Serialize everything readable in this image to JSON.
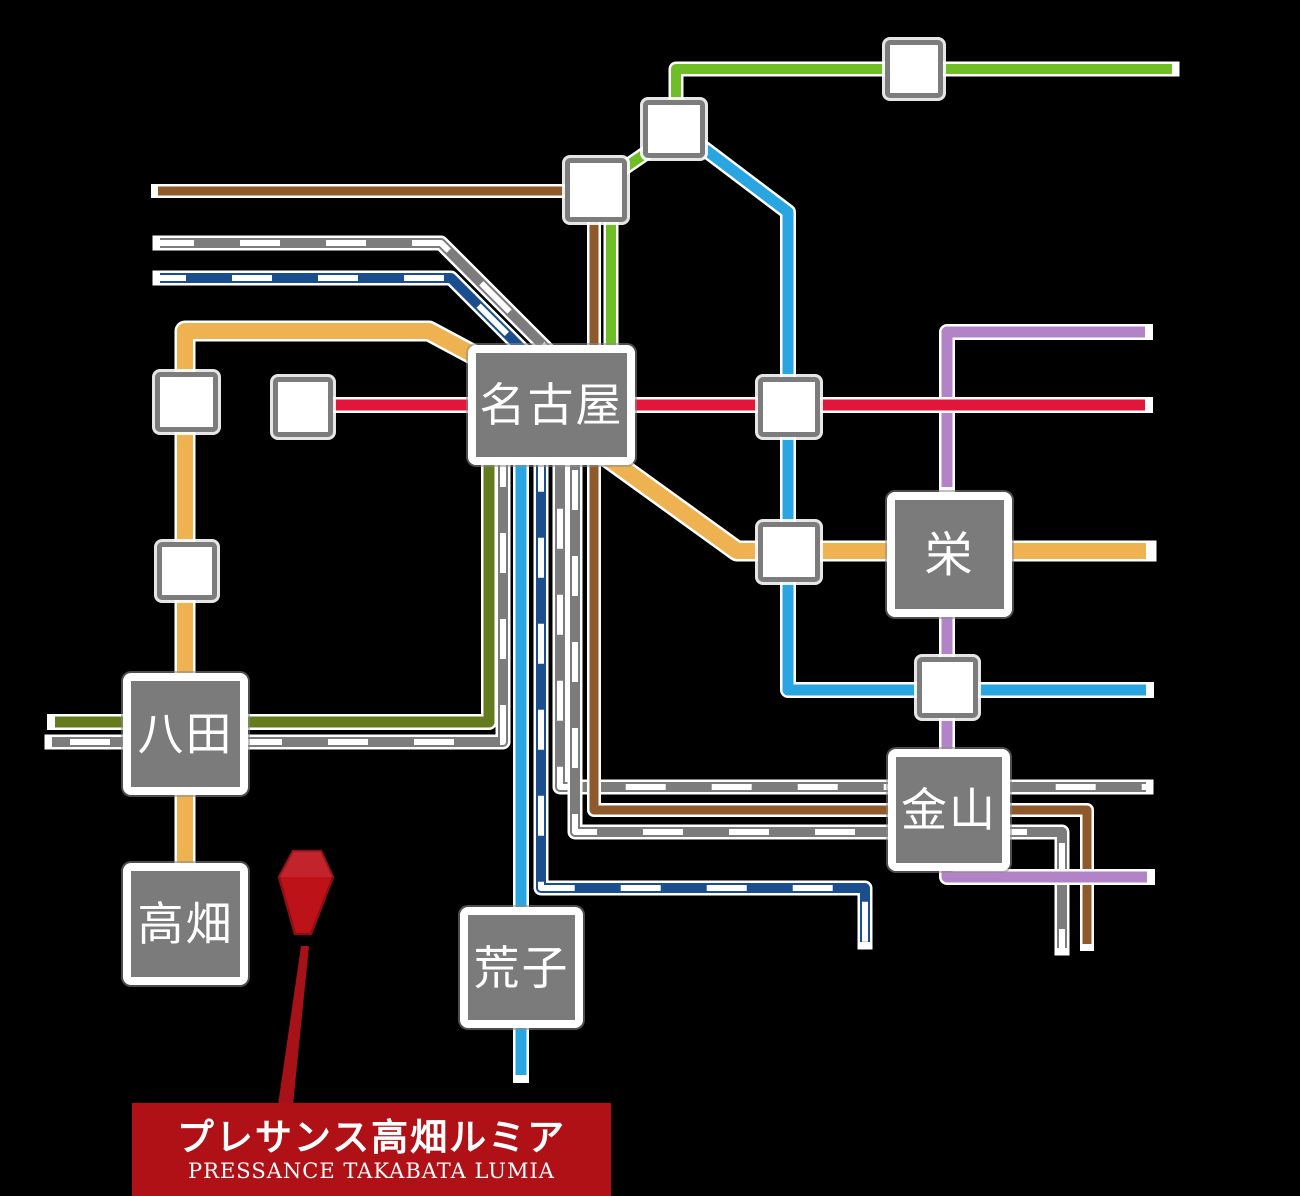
{
  "map": {
    "background": "#000000",
    "stations": {
      "nagoya": {
        "label": "名古屋"
      },
      "sakae": {
        "label": "栄"
      },
      "kanayama": {
        "label": "金山"
      },
      "hatta": {
        "label": "八田"
      },
      "takabata": {
        "label": "高畑"
      },
      "arako": {
        "label": "荒子"
      }
    },
    "lines": {
      "red": {
        "name": "red-line",
        "color": "#E0173A",
        "dashed": false
      },
      "orange": {
        "name": "orange-line",
        "color": "#EFB251",
        "dashed": false
      },
      "olive": {
        "name": "olive-green-line",
        "color": "#647C1E",
        "dashed": false
      },
      "green": {
        "name": "green-line",
        "color": "#6FBE28",
        "dashed": false
      },
      "lightblue": {
        "name": "light-blue-line",
        "color": "#29A5E1",
        "dashed": false
      },
      "navy": {
        "name": "navy-dashed-line",
        "color": "#1A4E8E",
        "dashed": true
      },
      "gray": {
        "name": "gray-dashed-line",
        "color": "#7C7C7C",
        "dashed": true
      },
      "brown": {
        "name": "brown-line",
        "color": "#8E5A2B",
        "dashed": false
      },
      "purple": {
        "name": "purple-line",
        "color": "#B383C8",
        "dashed": false
      }
    },
    "box_colors": {
      "station_fill": "#7B7B7B",
      "station_border": "#FFFFFF",
      "interchange_fill": "#FFFFFF",
      "interchange_border": "#7C7C7C"
    }
  },
  "marker": {
    "color": "#BE1219",
    "outline": "#8E0E13",
    "pointer_color": "#A61218"
  },
  "callout": {
    "title": "プレサンス高畑ルミア",
    "subtitle": "PRESSANCE TAKABATA LUMIA",
    "bg": "#B01117",
    "text_color": "#FFFFFF"
  }
}
